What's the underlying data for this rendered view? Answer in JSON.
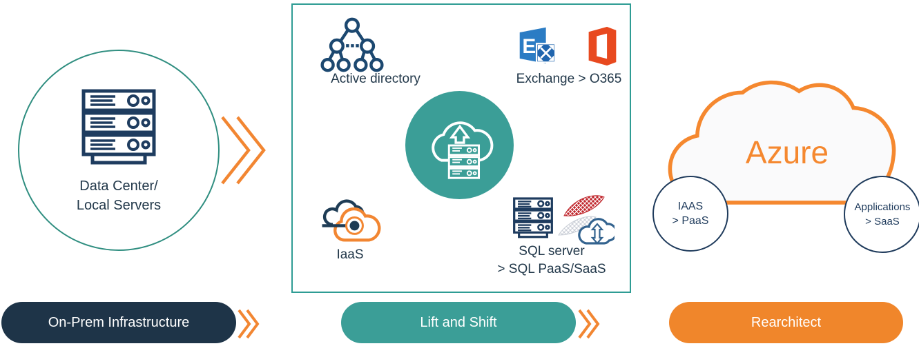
{
  "colors": {
    "teal": "#3B9E97",
    "teal_box_border": "#2E9C94",
    "datacenter_circle_border": "#2F8E80",
    "navy_icon": "#1E3C5F",
    "navy_text": "#22384A",
    "bubble_navy": "#1F3B5C",
    "pill_navy": "#1E3448",
    "chevron_orange": "#F28632",
    "pill_orange": "#F0862B",
    "azure_orange": "#F5882F",
    "exchange_blue": "#2B7CC4",
    "exchange_blue_dark": "#2065AE",
    "office_red": "#E8491F",
    "sql_red": "#C0272D"
  },
  "icons": [
    "server-stack-icon",
    "active-directory-icon",
    "exchange-icon",
    "office-365-icon",
    "cloud-upload-server-icon",
    "iaas-clouds-icon",
    "sql-server-logo-icon",
    "azure-cloud-shape",
    "double-chevron-icon"
  ],
  "datacenter": {
    "label_line1": "Data Center/",
    "label_line2": "Local Servers"
  },
  "migration": {
    "active_directory_label": "Active directory",
    "exchange_label": "Exchange > O365",
    "iaas_label": "IaaS",
    "sql_label_line1": "SQL server",
    "sql_label_line2": "> SQL PaaS/SaaS"
  },
  "azure": {
    "title": "Azure",
    "iaas_bubble_line1": "IAAS",
    "iaas_bubble_line2": "> PaaS",
    "apps_bubble_line1": "Applications",
    "apps_bubble_line2": "> SaaS"
  },
  "stages": {
    "onprem_label": "On-Prem Infrastructure",
    "liftshift_label": "Lift and Shift",
    "rearchitect_label": "Rearchitect"
  }
}
